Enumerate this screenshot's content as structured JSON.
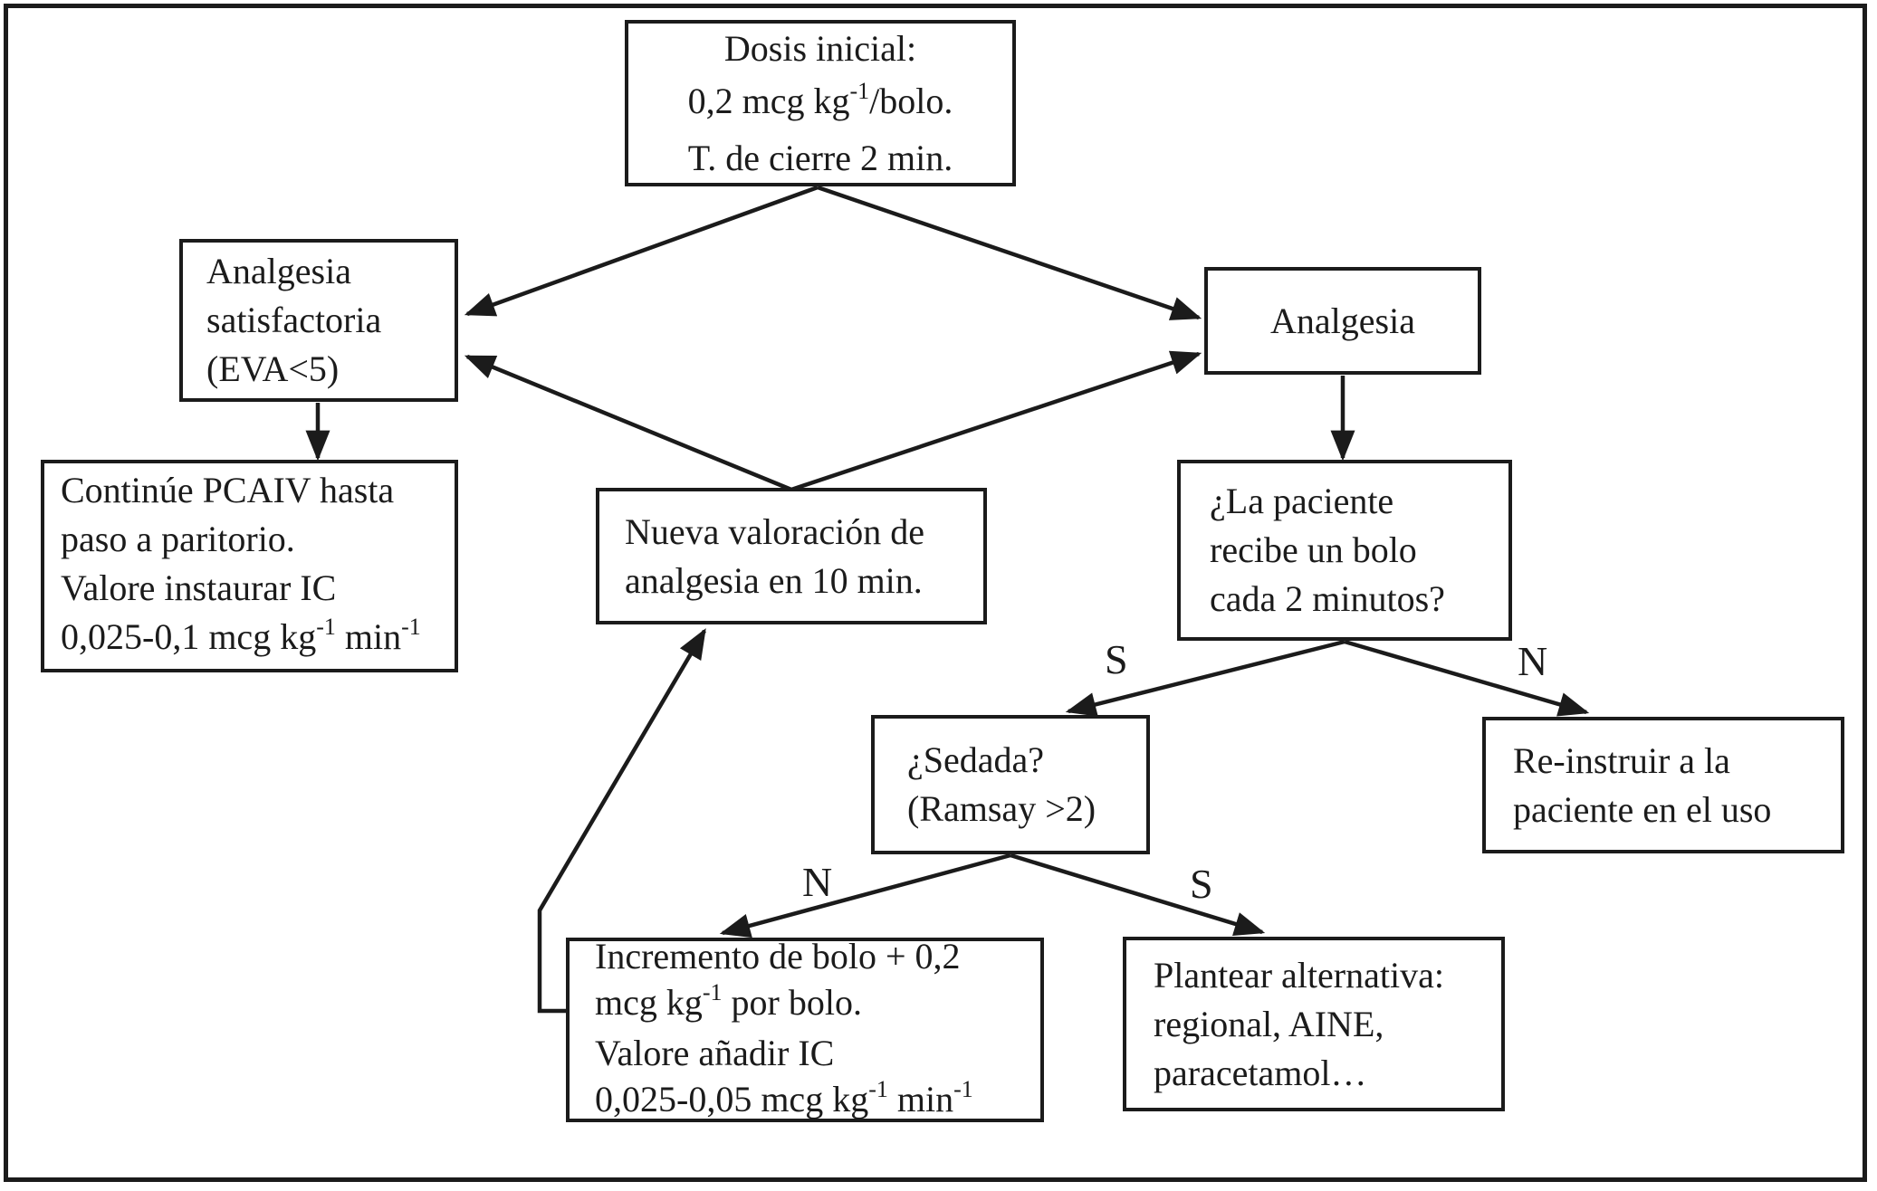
{
  "figure": {
    "kind": "flowchart",
    "language": "es"
  },
  "colors": {
    "ink": "#1b1b1b",
    "background": "#ffffff"
  },
  "nodes": {
    "dosis_inicial": {
      "lines": [
        [
          {
            "t": "Dosis inicial:"
          }
        ],
        [
          {
            "t": "0,2 mcg kg"
          },
          {
            "t": "-1",
            "sup": true
          },
          {
            "t": "/bolo."
          }
        ],
        [
          {
            "t": "T. de cierre 2 min."
          }
        ]
      ]
    },
    "analgesia_satisfactoria": {
      "lines": [
        [
          {
            "t": "Analgesia"
          }
        ],
        [
          {
            "t": "satisfactoria"
          }
        ],
        [
          {
            "t": "(EVA<5)"
          }
        ]
      ]
    },
    "analgesia": {
      "lines": [
        [
          {
            "t": "Analgesia"
          }
        ]
      ]
    },
    "continue_pcaiv": {
      "lines": [
        [
          {
            "t": "Continúe PCAIV hasta"
          }
        ],
        [
          {
            "t": "paso a paritorio."
          }
        ],
        [
          {
            "t": "Valore instaurar IC"
          }
        ],
        [
          {
            "t": "0,025-0,1 mcg kg"
          },
          {
            "t": "-1",
            "sup": true
          },
          {
            "t": " min"
          },
          {
            "t": "-1",
            "sup": true
          }
        ]
      ]
    },
    "nueva_valoracion": {
      "lines": [
        [
          {
            "t": "Nueva valoración de"
          }
        ],
        [
          {
            "t": "analgesia en 10 min."
          }
        ]
      ]
    },
    "paciente_bolo": {
      "lines": [
        [
          {
            "t": "¿La paciente"
          }
        ],
        [
          {
            "t": "recibe un bolo"
          }
        ],
        [
          {
            "t": "cada 2 minutos?"
          }
        ]
      ]
    },
    "sedada": {
      "lines": [
        [
          {
            "t": "¿Sedada?"
          }
        ],
        [
          {
            "t": "(Ramsay >2)"
          }
        ]
      ]
    },
    "reinstruir": {
      "lines": [
        [
          {
            "t": "Re-instruir a la"
          }
        ],
        [
          {
            "t": "paciente en el uso"
          }
        ]
      ]
    },
    "incremento_bolo": {
      "lines": [
        [
          {
            "t": "Incremento de bolo + 0,2"
          }
        ],
        [
          {
            "t": "mcg kg"
          },
          {
            "t": "-1",
            "sup": true
          },
          {
            "t": " por bolo."
          }
        ],
        [
          {
            "t": "Valore añadir IC"
          }
        ],
        [
          {
            "t": "0,025-0,05 mcg kg"
          },
          {
            "t": "-1",
            "sup": true
          },
          {
            "t": " min"
          },
          {
            "t": "-1",
            "sup": true
          }
        ]
      ]
    },
    "plantear_alternativa": {
      "lines": [
        [
          {
            "t": "Plantear alternativa:"
          }
        ],
        [
          {
            "t": "regional, AINE,"
          }
        ],
        [
          {
            "t": "paracetamol…"
          }
        ]
      ]
    }
  },
  "edges": [
    {
      "from": "dosis-inicial",
      "to": "analgesia-satisfactoria",
      "label": ""
    },
    {
      "from": "dosis-inicial",
      "to": "analgesia",
      "label": ""
    },
    {
      "from": "nueva-valoracion",
      "to": "analgesia-satisfactoria",
      "label": ""
    },
    {
      "from": "nueva-valoracion",
      "to": "analgesia",
      "label": ""
    },
    {
      "from": "analgesia-satisfactoria",
      "to": "continue-pcaiv",
      "label": ""
    },
    {
      "from": "analgesia",
      "to": "paciente-bolo",
      "label": ""
    },
    {
      "from": "paciente-bolo",
      "to": "sedada",
      "label": "S"
    },
    {
      "from": "paciente-bolo",
      "to": "reinstruir",
      "label": "N"
    },
    {
      "from": "sedada",
      "to": "incremento-bolo",
      "label": "N"
    },
    {
      "from": "sedada",
      "to": "plantear-alternativa",
      "label": "S"
    },
    {
      "from": "incremento-bolo",
      "to": "nueva-valoracion",
      "label": ""
    }
  ]
}
